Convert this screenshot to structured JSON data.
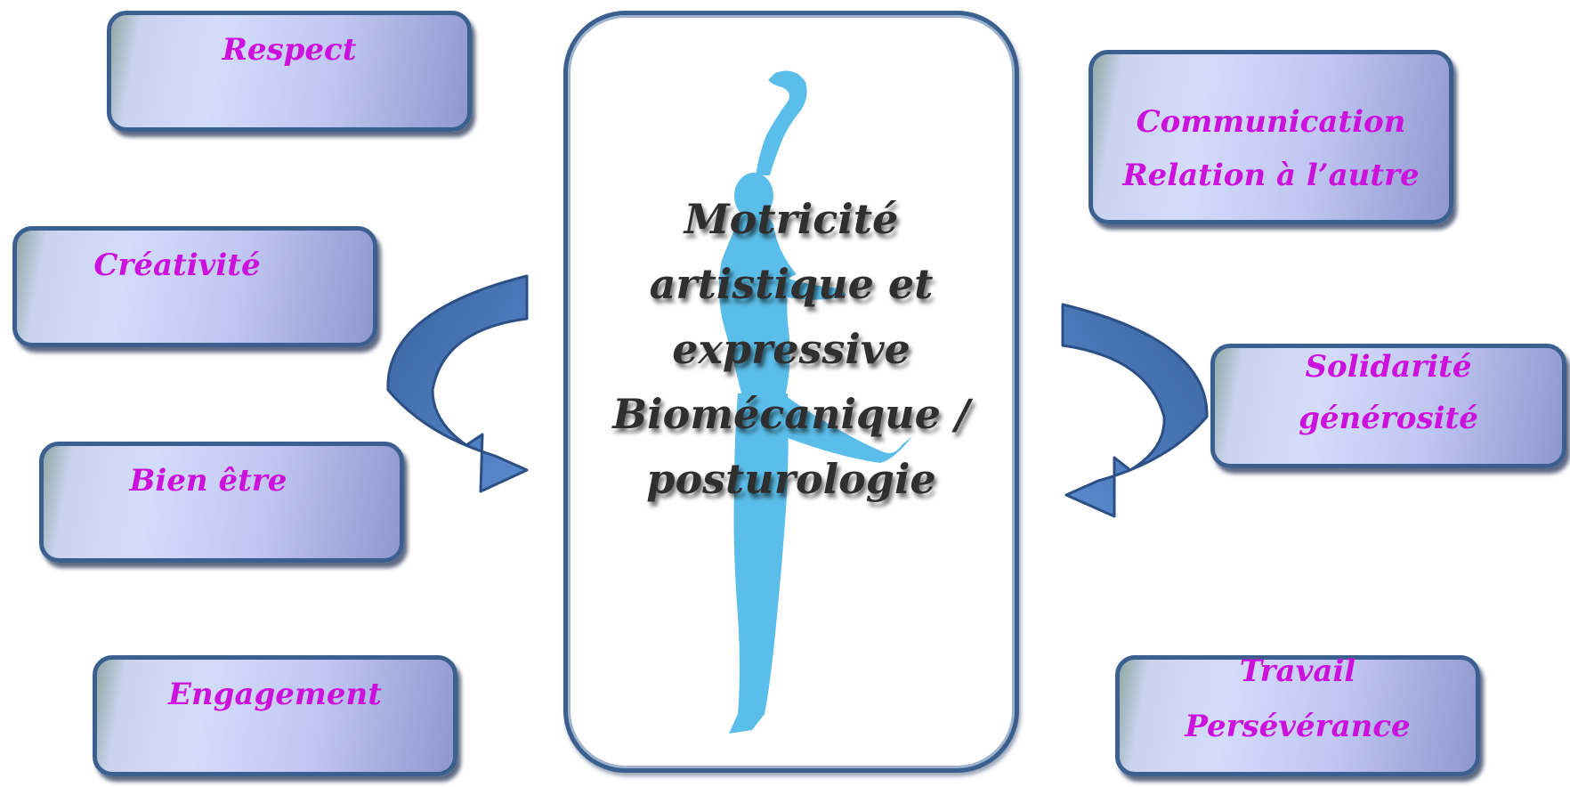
{
  "center": {
    "lines": [
      "Motricité",
      "artistique et",
      "expressive",
      "Biomécanique /",
      "posturologie"
    ]
  },
  "values": {
    "respect": [
      "Respect"
    ],
    "creativite": [
      "Créativité"
    ],
    "bien_etre": [
      "Bien être"
    ],
    "engagement": [
      "Engagement"
    ],
    "communication": [
      "Communication",
      "Relation à l’autre"
    ],
    "solidarite": [
      "Solidarité",
      "générosité"
    ],
    "travail": [
      "Travail",
      "Persévérance"
    ]
  },
  "colors": {
    "box_text": "#cc11dd",
    "box_border": "#3b5f8f",
    "dancer": "#5bbde9",
    "arrow": "#4472b3",
    "center_text": "#2f2f2f"
  },
  "icons": [
    "dancer-silhouette",
    "curved-arrow-right",
    "curved-arrow-left"
  ]
}
